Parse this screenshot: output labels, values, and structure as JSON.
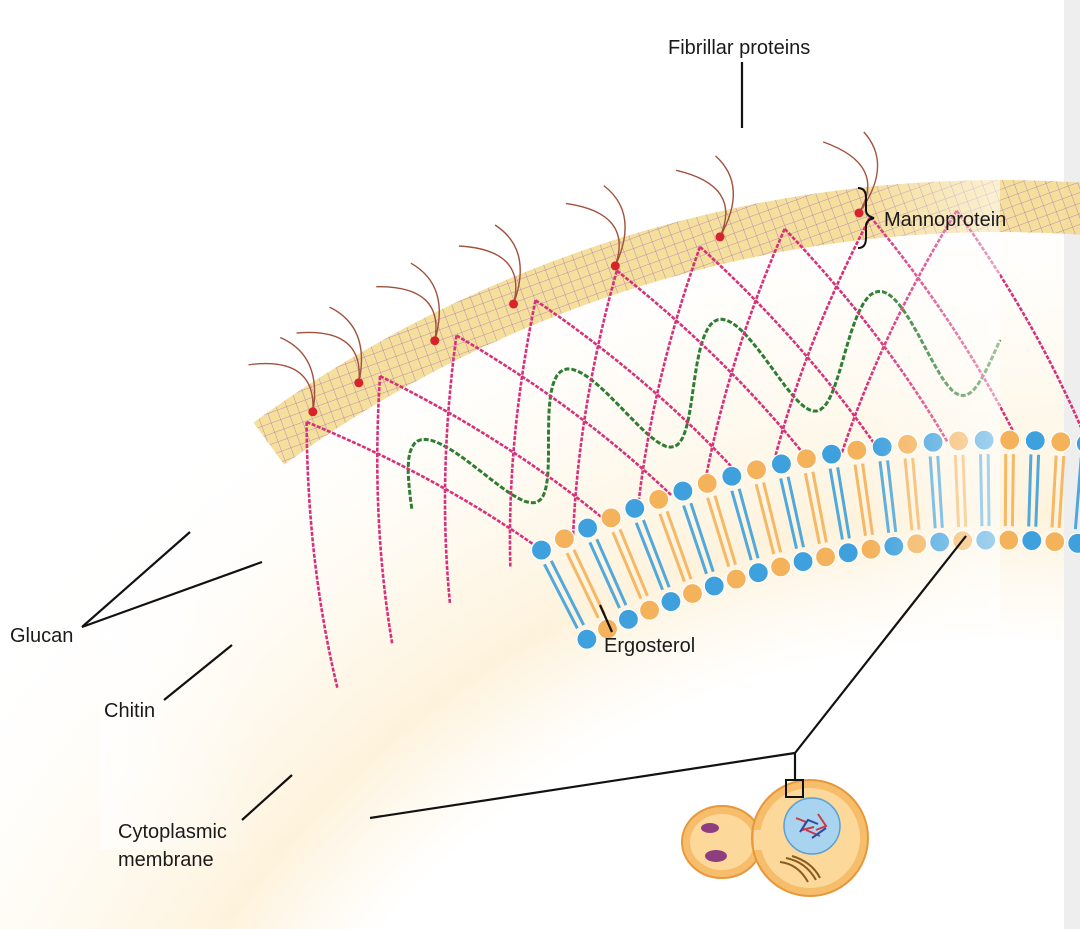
{
  "labels": {
    "fibrillar_proteins": "Fibrillar proteins",
    "mannoprotein": "Mannoprotein",
    "glucan": "Glucan",
    "chitin": "Chitin",
    "ergosterol": "Ergosterol",
    "cytoplasmic_membrane_line1": "Cytoplasmic",
    "cytoplasmic_membrane_line2": "membrane"
  },
  "colors": {
    "glucan": "#d6317a",
    "chitin": "#2e7d32",
    "phospholipid_head": "#f4b25a",
    "ergosterol_head": "#3ea0dc",
    "mannoprotein_band": "#f3d98b",
    "fibrils": "#a0523d",
    "fibril_dot": "#d8232a"
  }
}
